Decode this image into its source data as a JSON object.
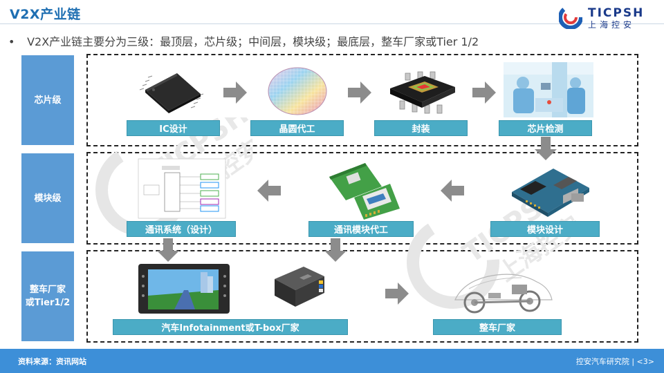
{
  "header": {
    "title": "V2X产业链",
    "logo_en": "TICPSH",
    "logo_cn": "上海控安"
  },
  "bullet": "V2X产业链主要分为三级：最顶层，芯片级；中间层，模块级；最底层，整车厂家或Tier 1/2",
  "levels": {
    "chip": "芯片级",
    "module": "模块级",
    "vehicle_line1": "整车厂家",
    "vehicle_line2": "或Tier1/2"
  },
  "chip_row": [
    "IC设计",
    "晶圆代工",
    "封装",
    "芯片检测"
  ],
  "module_row": {
    "module_design": "模块设计",
    "module_foundry": "通讯模块代工",
    "system_design": "通讯系统（设计）"
  },
  "vehicle_row": {
    "infotainment": "汽车Infotainment或T-box厂家",
    "oem": "整车厂家"
  },
  "footer": {
    "source": "资料来源：资讯网站",
    "institute": "控安汽车研究院 | <3>"
  },
  "colors": {
    "title": "#1f6fb2",
    "level_fill": "#5b9bd5",
    "label_fill": "#4bacc6",
    "footer": "#3d8fd8"
  }
}
